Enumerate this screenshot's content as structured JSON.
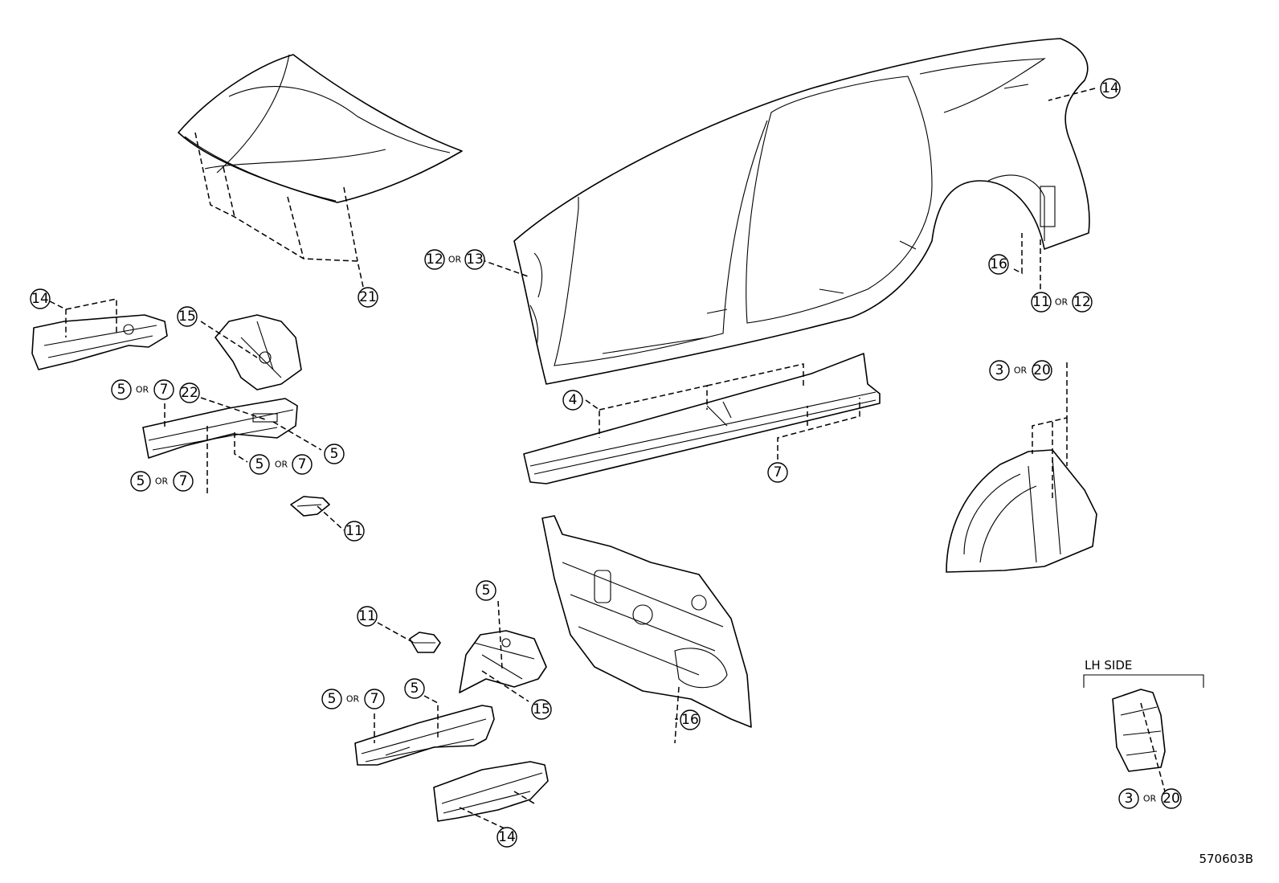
{
  "diagram_code": "570603B",
  "inset_label": "LH SIDE",
  "or_label": "OR",
  "parts": [
    {
      "id": "hood",
      "callouts": [
        "21"
      ]
    },
    {
      "id": "side-outer-panel",
      "callouts": [
        "12",
        "13"
      ]
    },
    {
      "id": "quarter-wheel-area",
      "callouts": [
        "14",
        "16",
        "11",
        "12"
      ]
    },
    {
      "id": "front-side-member-upper",
      "callouts": [
        "14"
      ]
    },
    {
      "id": "apron-upper-rh",
      "callouts": [
        "15"
      ]
    },
    {
      "id": "front-side-member-rh",
      "callouts": [
        "5",
        "7",
        "22",
        "5",
        "5",
        "7",
        "5",
        "7"
      ]
    },
    {
      "id": "bracket-small-upper",
      "callouts": [
        "11"
      ]
    },
    {
      "id": "rocker-panel",
      "callouts": [
        "4",
        "7"
      ]
    },
    {
      "id": "rear-wheel-housing",
      "callouts": [
        "3",
        "20"
      ]
    },
    {
      "id": "dash-panel",
      "callouts": [
        "16"
      ]
    },
    {
      "id": "bracket-small-lower",
      "callouts": [
        "11"
      ]
    },
    {
      "id": "apron-upper-lh",
      "callouts": [
        "5",
        "15"
      ]
    },
    {
      "id": "front-side-member-lh",
      "callouts": [
        "5",
        "7",
        "5"
      ]
    },
    {
      "id": "front-side-member-lower",
      "callouts": [
        "14"
      ]
    },
    {
      "id": "lh-side-inset-part",
      "callouts": [
        "3",
        "20"
      ]
    }
  ]
}
